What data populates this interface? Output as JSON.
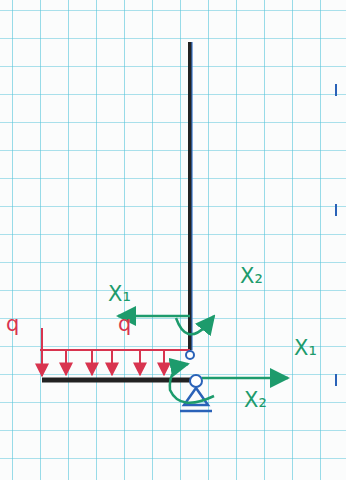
{
  "diagram": {
    "labels": [
      "q",
      "q",
      "X₁",
      "X₂",
      "X₁",
      "X₂"
    ]
  }
}
